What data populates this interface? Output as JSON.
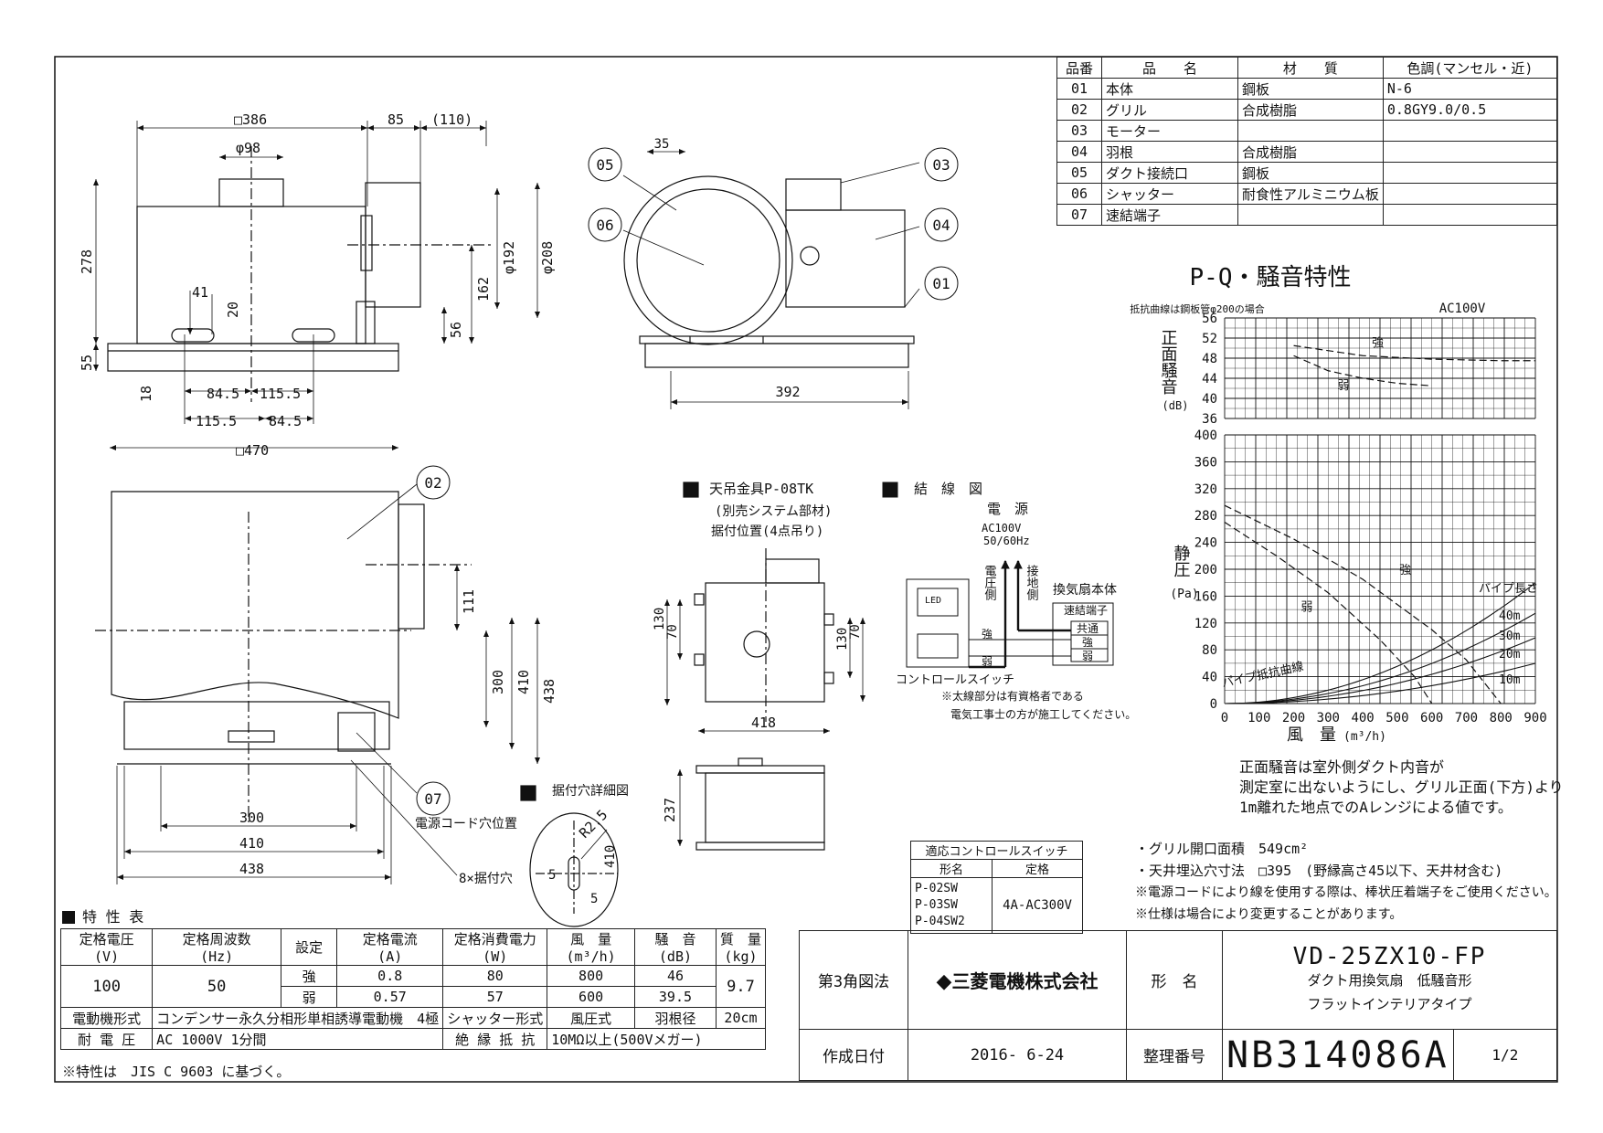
{
  "parts_table": {
    "headers": [
      "品番",
      "品　　名",
      "材　　質",
      "色調(マンセル・近)"
    ],
    "rows": [
      [
        "01",
        "本体",
        "鋼板",
        "N-6"
      ],
      [
        "02",
        "グリル",
        "合成樹脂",
        "0.8GY9.0/0.5"
      ],
      [
        "03",
        "モーター",
        "",
        ""
      ],
      [
        "04",
        "羽根",
        "合成樹脂",
        ""
      ],
      [
        "05",
        "ダクト接続口",
        "鋼板",
        ""
      ],
      [
        "06",
        "シャッター",
        "耐食性アルミニウム板",
        ""
      ],
      [
        "07",
        "速結端子",
        "",
        ""
      ]
    ]
  },
  "front_view": {
    "dims": [
      "□386",
      "85",
      "(110)",
      "φ98",
      "278",
      "41",
      "20",
      "55",
      "18",
      "84.5",
      "115.5",
      "115.5",
      "84.5",
      "□470",
      "φ192",
      "φ208",
      "162",
      "56"
    ]
  },
  "side_view": {
    "callouts": [
      "05",
      "06",
      "03",
      "04",
      "01"
    ],
    "dims": [
      "35",
      "392"
    ]
  },
  "bottom_view": {
    "callouts": [
      "02",
      "07"
    ],
    "dims": [
      "111",
      "300",
      "410",
      "438",
      "300",
      "410",
      "438"
    ],
    "labels": [
      "電源コード穴位置",
      "8×据付穴"
    ]
  },
  "hanger": {
    "title": "天吊金具P-08TK",
    "note1": "(別売システム部材)",
    "note2": "据付位置(4点吊り)",
    "dims": [
      "70",
      "130",
      "130",
      "70",
      "418",
      "237"
    ]
  },
  "hole_detail": {
    "title": "据付穴詳細図",
    "dims": [
      "R2.5",
      "410",
      "5",
      "5"
    ]
  },
  "wiring": {
    "title": "結　線　図",
    "power": "電　源",
    "voltage": "AC100V",
    "freq": "50/60Hz",
    "line_side": "電圧側",
    "ground_side": "接地側",
    "body": "換気扇本体",
    "terminal": "速結端子",
    "common": "共通",
    "strong": "強",
    "weak": "弱",
    "led": "LED",
    "control": "コントロールスイッチ",
    "note1": "※太線部分は有資格者である",
    "note2": "電気工事士の方が施工してください。"
  },
  "switch_table": {
    "title": "適応コントロールスイッチ",
    "headers": [
      "形名",
      "定格"
    ],
    "models": [
      "P-02SW",
      "P-03SW",
      "P-04SW2"
    ],
    "rating": "4A-AC300V"
  },
  "chart_data": [
    {
      "type": "line",
      "title": "P-Q・騒音特性",
      "note": "抵抗曲線は鋼板管φ200の場合",
      "supply": "AC100V",
      "ylabel": "正面騒音",
      "yunit": "(dB)",
      "ylim": [
        36,
        56
      ],
      "yticks": [
        36,
        40,
        44,
        48,
        52,
        56
      ],
      "xlim": [
        0,
        900
      ],
      "series": [
        {
          "name": "強",
          "x": [
            200,
            400,
            600,
            800,
            900
          ],
          "y": [
            50.5,
            48.5,
            47.8,
            47.5,
            47.5
          ]
        },
        {
          "name": "弱",
          "x": [
            200,
            300,
            400,
            500,
            600
          ],
          "y": [
            48.5,
            45.5,
            44.0,
            43.0,
            42.5
          ]
        }
      ]
    },
    {
      "type": "line",
      "ylabel": "静圧",
      "yunit": "(Pa)",
      "xlabel": "風　量",
      "xunit": "(m³/h)",
      "xlim": [
        0,
        900
      ],
      "ylim": [
        0,
        400
      ],
      "xticks": [
        0,
        100,
        200,
        300,
        400,
        500,
        600,
        700,
        800,
        900
      ],
      "yticks": [
        0,
        40,
        80,
        120,
        160,
        200,
        240,
        280,
        320,
        360,
        400
      ],
      "series": [
        {
          "name": "強",
          "x": [
            0,
            200,
            400,
            600,
            700,
            800
          ],
          "y": [
            295,
            245,
            185,
            110,
            65,
            0
          ]
        },
        {
          "name": "弱",
          "x": [
            0,
            150,
            300,
            450,
            550,
            600
          ],
          "y": [
            270,
            220,
            165,
            95,
            40,
            0
          ]
        }
      ],
      "resistance_curves": [
        {
          "name": "10m",
          "k": 7.4e-05
        },
        {
          "name": "20m",
          "k": 0.000121
        },
        {
          "name": "30m",
          "k": 0.000166
        },
        {
          "name": "40m",
          "k": 0.000222
        }
      ],
      "annotations": [
        "パイプ長さ",
        "パイプ抵抗曲線",
        "40m",
        "30m",
        "20m",
        "10m"
      ]
    }
  ],
  "notes": {
    "noise1": "正面騒音は室外側ダクト内音が",
    "noise2": "測定室に出ないようにし、グリル正面(下方)より",
    "noise3": "1m離れた地点でのAレンジによる値です。",
    "grille": "・グリル開口面積　549cm²",
    "ceiling": "・天井埋込穴寸法　□395　(野縁高さ45以下、天井材含む)",
    "cord": "※電源コードにより線を使用する際は、棒状圧着端子をご使用ください。",
    "spec": "※仕様は場合により変更することがあります。"
  },
  "spec_table": {
    "title": "特 性 表",
    "h_voltage": "定格電圧",
    "u_voltage": "(V)",
    "h_freq": "定格周波数",
    "u_freq": "(Hz)",
    "h_setting": "設定",
    "h_current": "定格電流",
    "u_current": "(A)",
    "h_power": "定格消費電力",
    "u_power": "(W)",
    "h_airflow": "風　量",
    "u_airflow": "(m³/h)",
    "h_noise": "騒　音",
    "u_noise": "(dB)",
    "h_mass": "質　量",
    "u_mass": "(kg)",
    "voltage": "100",
    "freq": "50",
    "mass": "9.7",
    "strong": {
      "label": "強",
      "current": "0.8",
      "power": "80",
      "airflow": "800",
      "noise": "46"
    },
    "weak": {
      "label": "弱",
      "current": "0.57",
      "power": "57",
      "airflow": "600",
      "noise": "39.5"
    },
    "motor_label": "電動機形式",
    "motor_value": "コンデンサー永久分相形単相誘導電動機　4極",
    "shutter_label": "シャッター形式",
    "shutter_value": "風圧式",
    "blade_label": "羽根径",
    "blade_value": "20cm",
    "withstand_label": "耐 電 圧",
    "withstand_value": "AC 1000V 1分間",
    "insulation_label": "絶 縁 抵 抗",
    "insulation_value": "10MΩ以上(500Vメガー)",
    "footnote": "※特性は　JIS C 9603 に基づく。"
  },
  "title_block": {
    "projection": "第3角図法",
    "company": "三菱電機株式会社",
    "model_label": "形　名",
    "model": "VD-25ZX10-FP",
    "desc1": "ダクト用換気扇　低騒音形",
    "desc2": "フラットインテリアタイプ",
    "date_label": "作成日付",
    "date": "2016- 6-24",
    "number_label": "整理番号",
    "number": "NB314086A",
    "sheet": "1/2"
  }
}
